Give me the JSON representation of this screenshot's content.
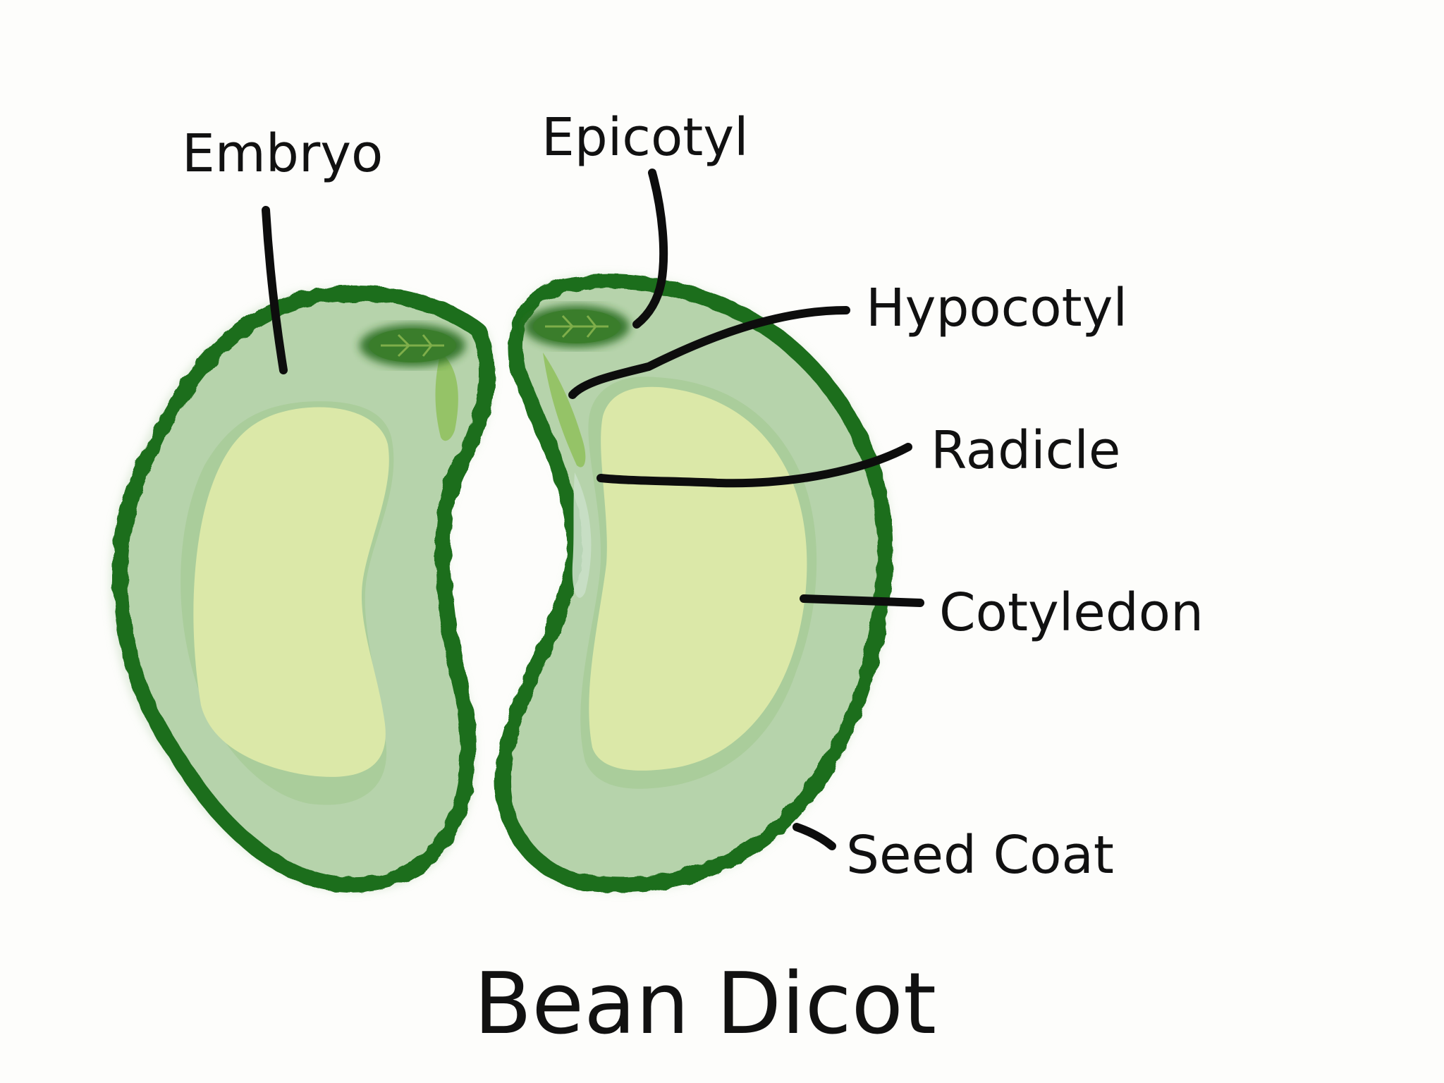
{
  "title": "Bean Dicot",
  "labels": {
    "embryo": "Embryo",
    "epicotyl": "Epicotyl",
    "hypocotyl": "Hypocotyl",
    "radicle": "Radicle",
    "cotyledon": "Cotyledon",
    "seed_coat": "Seed Coat"
  },
  "colors": {
    "seed_coat": "#1f6e1f",
    "outer_fill": "#b6d3ab",
    "inner_ring": "#9fc58e",
    "cotyledon_fill": "#dbe8a8",
    "epicotyl": "#2c6e22",
    "hypocotyl": "#8fbf5a",
    "ink": "#111111",
    "background": "#fdfdfb"
  }
}
